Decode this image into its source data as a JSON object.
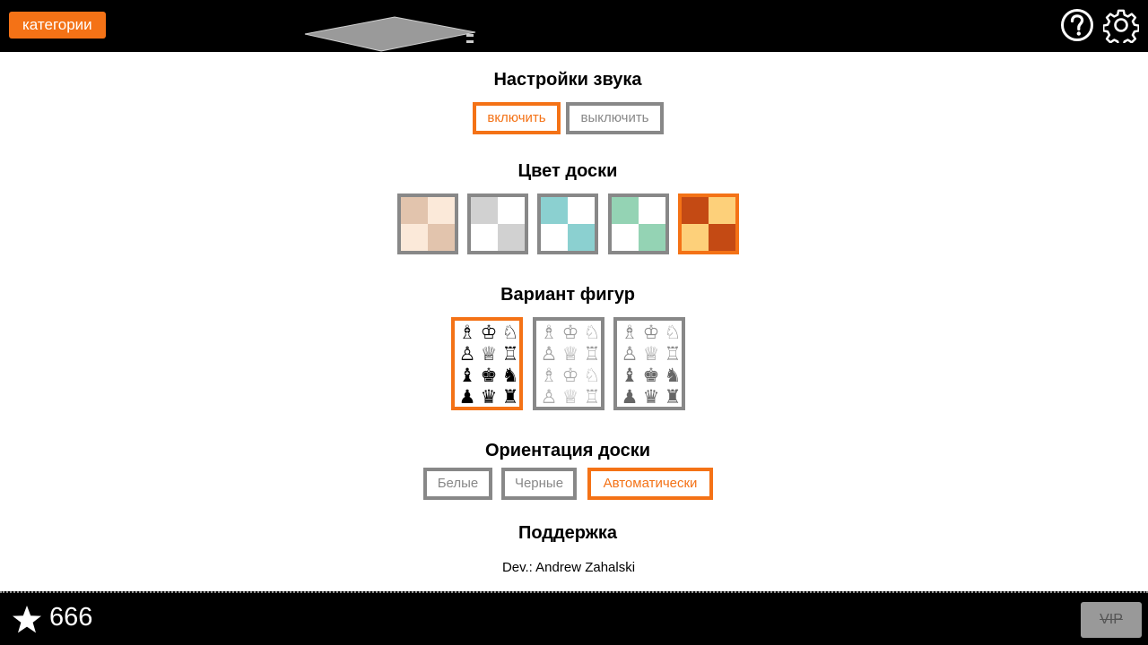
{
  "header": {
    "categories_label": "категории",
    "help_icon": "question-circle-icon",
    "settings_icon": "gear-icon"
  },
  "sound": {
    "title": "Настройки звука",
    "on_label": "включить",
    "off_label": "выключить",
    "selected": "on"
  },
  "board_color": {
    "title": "Цвет доски",
    "options": [
      {
        "light": "#fbe9d9",
        "dark": "#e2c4ad"
      },
      {
        "light": "#ffffff",
        "dark": "#d1d1d1"
      },
      {
        "light": "#ffffff",
        "dark": "#8bd0d0"
      },
      {
        "light": "#ffffff",
        "dark": "#94d3b4"
      },
      {
        "light": "#fdd07a",
        "dark": "#c44a14"
      }
    ],
    "selected_index": 4
  },
  "piece_set": {
    "title": "Вариант фигур",
    "options": [
      "classic-black-white-pieces",
      "light-gray-pieces",
      "dark-gray-pieces"
    ],
    "selected_index": 0
  },
  "orientation": {
    "title": "Ориентация доски",
    "white_label": "Белые",
    "black_label": "Черные",
    "auto_label": "Автоматически",
    "selected": "auto"
  },
  "support": {
    "title": "Поддержка",
    "dev": "Dev.: Andrew Zahalski"
  },
  "footer": {
    "score": "666",
    "score_icon": "star-icon",
    "vip_label": "VIP"
  },
  "colors": {
    "accent": "#f47216",
    "inactive_border": "#888888"
  }
}
